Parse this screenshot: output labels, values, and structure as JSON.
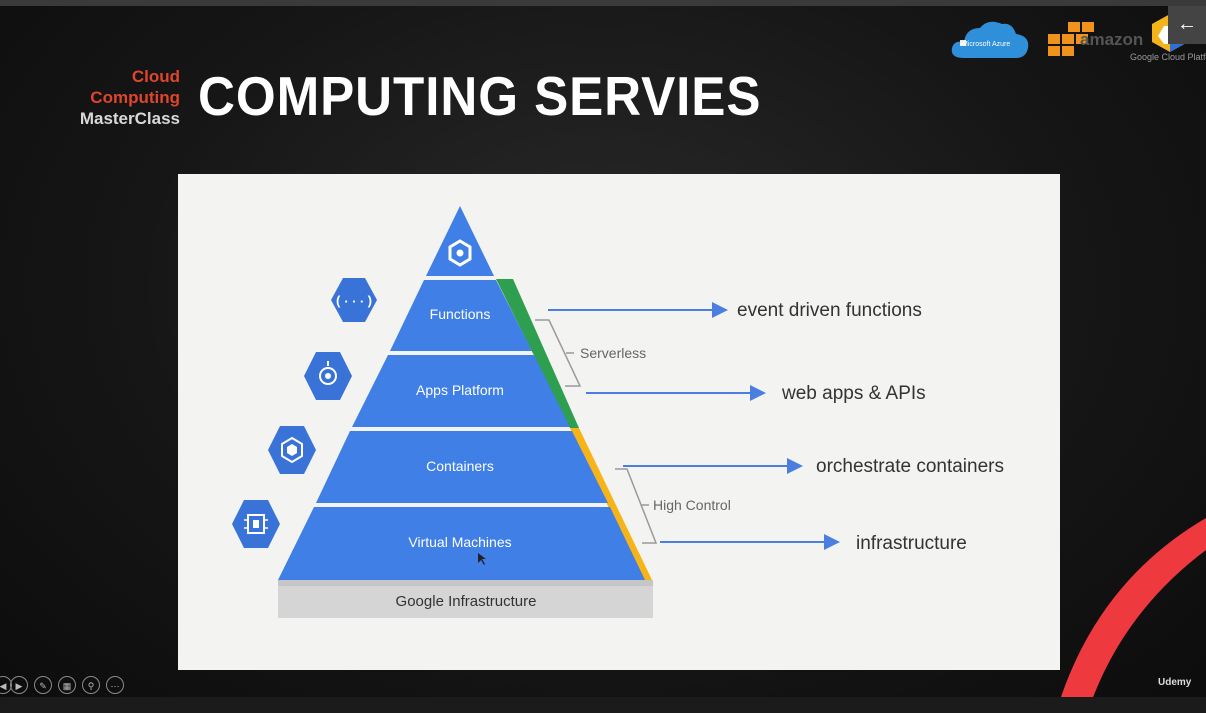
{
  "header": {
    "brand_line1": "Cloud Computing",
    "brand_line2": "MasterClass",
    "title": "COMPUTING SERVIES"
  },
  "logos": {
    "azure": "Microsoft Azure",
    "aws": "amazon",
    "gcp": "Google Cloud Platform"
  },
  "diagram": {
    "layers": [
      "Functions",
      "Apps Platform",
      "Containers",
      "Virtual Machines"
    ],
    "base": "Google Infrastructure",
    "groups": [
      "Serverless",
      "High Control"
    ],
    "descriptions": [
      "event driven functions",
      "web apps & APIs",
      "orchestrate containers",
      "infrastructure"
    ],
    "icons": [
      "gcp-hexagon-icon",
      "functions-icon",
      "app-engine-icon",
      "kubernetes-icon",
      "compute-chip-icon"
    ],
    "colors": {
      "pyramid": "#3f7fe6",
      "serverless": "#2e9e4f",
      "high_control": "#f6b419",
      "base": "#d5d5d5",
      "arrow": "#4a7fe0"
    }
  },
  "branding": {
    "udemy": "Udemy"
  },
  "colors": {
    "brand_red": "#e0452c",
    "arc_red": "#ee3a3f"
  }
}
